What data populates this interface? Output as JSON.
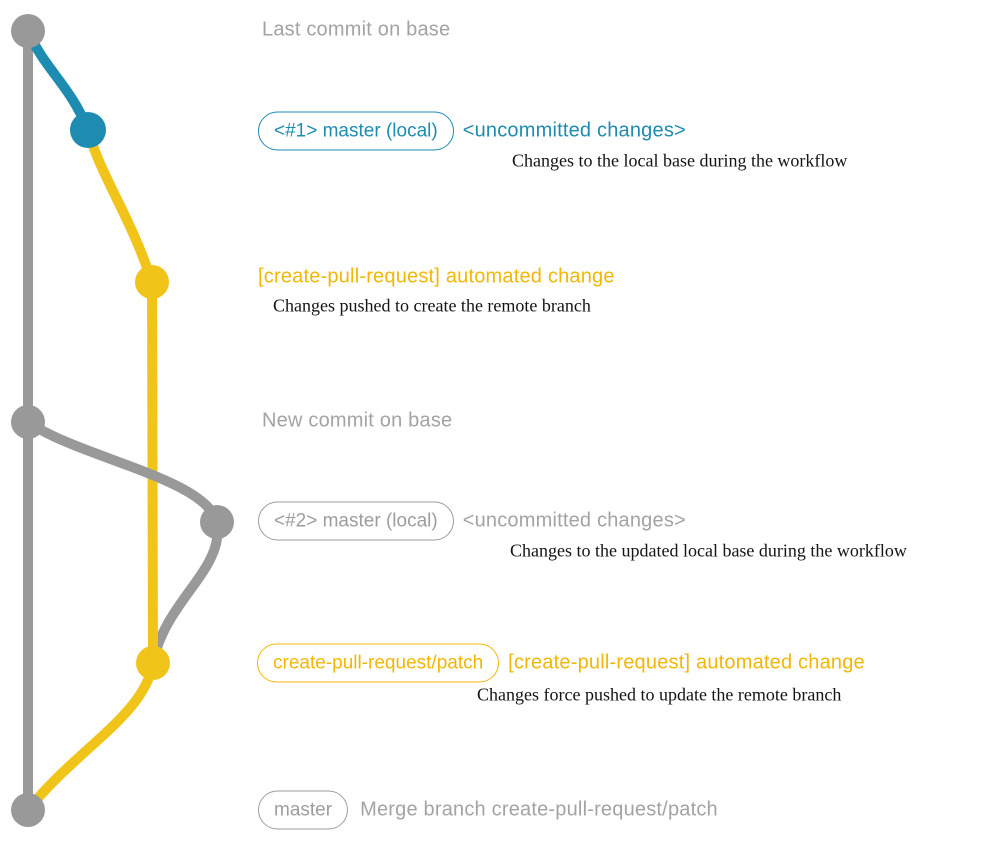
{
  "colors": {
    "base_gray": "#999999",
    "blue": "#1e8cb0",
    "yellow": "#f0c419",
    "yellow_text": "#f2b705",
    "title_gray": "#a3a3a3",
    "description_black": "#141414"
  },
  "graph": {
    "nodes": [
      {
        "name": "last-commit-on-base",
        "color": "gray"
      },
      {
        "name": "local-master-1",
        "color": "blue"
      },
      {
        "name": "patch-commit-1",
        "color": "yellow"
      },
      {
        "name": "new-commit-on-base",
        "color": "gray"
      },
      {
        "name": "local-master-2",
        "color": "gray"
      },
      {
        "name": "patch-commit-2",
        "color": "yellow"
      },
      {
        "name": "merge-commit",
        "color": "gray"
      }
    ]
  },
  "annotations": {
    "last_commit": {
      "title": "Last commit on base"
    },
    "local_master_1": {
      "pill": "<#1> master (local)",
      "heading": "<uncommitted changes>",
      "description": "Changes to the local base during the workflow"
    },
    "patch_1": {
      "heading": "[create-pull-request] automated change",
      "description": "Changes pushed to create the remote branch"
    },
    "new_commit": {
      "title": "New commit on base"
    },
    "local_master_2": {
      "pill": "<#2> master (local)",
      "heading": "<uncommitted changes>",
      "description": "Changes to the updated local base during the workflow"
    },
    "patch_2": {
      "pill": "create-pull-request/patch",
      "heading": "[create-pull-request] automated change",
      "description": "Changes force pushed to update the remote branch"
    },
    "merge": {
      "pill": "master",
      "title": "Merge branch create-pull-request/patch"
    }
  }
}
